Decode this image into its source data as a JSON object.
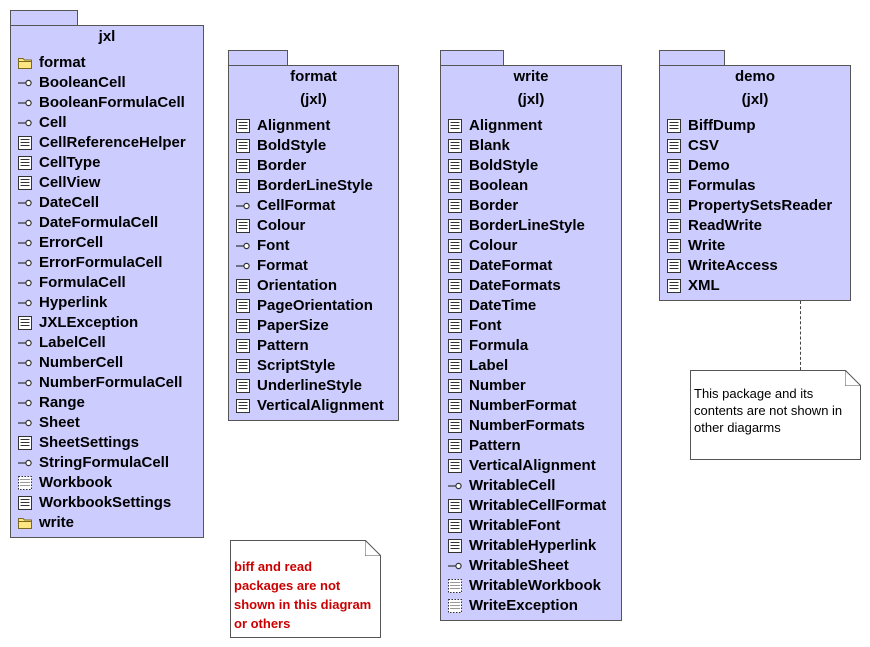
{
  "packages": {
    "jxl": {
      "title": "jxl",
      "items": [
        {
          "icon": "folder-icon",
          "label": "format"
        },
        {
          "icon": "interface-icon",
          "label": "BooleanCell"
        },
        {
          "icon": "interface-icon",
          "label": "BooleanFormulaCell"
        },
        {
          "icon": "interface-icon",
          "label": "Cell"
        },
        {
          "icon": "class-icon",
          "label": "CellReferenceHelper"
        },
        {
          "icon": "class-icon",
          "label": "CellType"
        },
        {
          "icon": "class-icon",
          "label": "CellView"
        },
        {
          "icon": "interface-icon",
          "label": "DateCell"
        },
        {
          "icon": "interface-icon",
          "label": "DateFormulaCell"
        },
        {
          "icon": "interface-icon",
          "label": "ErrorCell"
        },
        {
          "icon": "interface-icon",
          "label": "ErrorFormulaCell"
        },
        {
          "icon": "interface-icon",
          "label": "FormulaCell"
        },
        {
          "icon": "interface-icon",
          "label": "Hyperlink"
        },
        {
          "icon": "class-icon",
          "label": "JXLException"
        },
        {
          "icon": "interface-icon",
          "label": "LabelCell"
        },
        {
          "icon": "interface-icon",
          "label": "NumberCell"
        },
        {
          "icon": "interface-icon",
          "label": "NumberFormulaCell"
        },
        {
          "icon": "interface-icon",
          "label": "Range"
        },
        {
          "icon": "interface-icon",
          "label": "Sheet"
        },
        {
          "icon": "class-icon",
          "label": "SheetSettings"
        },
        {
          "icon": "interface-icon",
          "label": "StringFormulaCell"
        },
        {
          "icon": "abstract-class-icon",
          "label": "Workbook"
        },
        {
          "icon": "class-icon",
          "label": "WorkbookSettings"
        },
        {
          "icon": "folder-icon",
          "label": "write"
        }
      ]
    },
    "format": {
      "title": "format",
      "subtitle": "(jxl)",
      "items": [
        {
          "icon": "class-icon",
          "label": "Alignment"
        },
        {
          "icon": "class-icon",
          "label": "BoldStyle"
        },
        {
          "icon": "class-icon",
          "label": "Border"
        },
        {
          "icon": "class-icon",
          "label": "BorderLineStyle"
        },
        {
          "icon": "interface-icon",
          "label": "CellFormat"
        },
        {
          "icon": "class-icon",
          "label": "Colour"
        },
        {
          "icon": "interface-icon",
          "label": "Font"
        },
        {
          "icon": "interface-icon",
          "label": "Format"
        },
        {
          "icon": "class-icon",
          "label": "Orientation"
        },
        {
          "icon": "class-icon",
          "label": "PageOrientation"
        },
        {
          "icon": "class-icon",
          "label": "PaperSize"
        },
        {
          "icon": "class-icon",
          "label": "Pattern"
        },
        {
          "icon": "class-icon",
          "label": "ScriptStyle"
        },
        {
          "icon": "class-icon",
          "label": "UnderlineStyle"
        },
        {
          "icon": "class-icon",
          "label": "VerticalAlignment"
        }
      ]
    },
    "write": {
      "title": "write",
      "subtitle": "(jxl)",
      "items": [
        {
          "icon": "class-icon",
          "label": "Alignment"
        },
        {
          "icon": "class-icon",
          "label": "Blank"
        },
        {
          "icon": "class-icon",
          "label": "BoldStyle"
        },
        {
          "icon": "class-icon",
          "label": "Boolean"
        },
        {
          "icon": "class-icon",
          "label": "Border"
        },
        {
          "icon": "class-icon",
          "label": "BorderLineStyle"
        },
        {
          "icon": "class-icon",
          "label": "Colour"
        },
        {
          "icon": "class-icon",
          "label": "DateFormat"
        },
        {
          "icon": "class-icon",
          "label": "DateFormats"
        },
        {
          "icon": "class-icon",
          "label": "DateTime"
        },
        {
          "icon": "class-icon",
          "label": "Font"
        },
        {
          "icon": "class-icon",
          "label": "Formula"
        },
        {
          "icon": "class-icon",
          "label": "Label"
        },
        {
          "icon": "class-icon",
          "label": "Number"
        },
        {
          "icon": "class-icon",
          "label": "NumberFormat"
        },
        {
          "icon": "class-icon",
          "label": "NumberFormats"
        },
        {
          "icon": "class-icon",
          "label": "Pattern"
        },
        {
          "icon": "class-icon",
          "label": "VerticalAlignment"
        },
        {
          "icon": "interface-icon",
          "label": "WritableCell"
        },
        {
          "icon": "class-icon",
          "label": "WritableCellFormat"
        },
        {
          "icon": "class-icon",
          "label": "WritableFont"
        },
        {
          "icon": "class-icon",
          "label": "WritableHyperlink"
        },
        {
          "icon": "interface-icon",
          "label": "WritableSheet"
        },
        {
          "icon": "abstract-class-icon",
          "label": "WritableWorkbook"
        },
        {
          "icon": "abstract-class-icon",
          "label": "WriteException"
        }
      ]
    },
    "demo": {
      "title": "demo",
      "subtitle": "(jxl)",
      "items": [
        {
          "icon": "class-icon",
          "label": "BiffDump"
        },
        {
          "icon": "class-icon",
          "label": "CSV"
        },
        {
          "icon": "class-icon",
          "label": "Demo"
        },
        {
          "icon": "class-icon",
          "label": "Formulas"
        },
        {
          "icon": "class-icon",
          "label": "PropertySetsReader"
        },
        {
          "icon": "class-icon",
          "label": "ReadWrite"
        },
        {
          "icon": "class-icon",
          "label": "Write"
        },
        {
          "icon": "class-icon",
          "label": "WriteAccess"
        },
        {
          "icon": "class-icon",
          "label": "XML"
        }
      ]
    }
  },
  "notes": {
    "demo_note": "This package and its contents are not shown in other diagarms",
    "biff_note": "biff and read packages are not shown in this diagram or others"
  },
  "colors": {
    "package_fill": "#ccccff",
    "note_red_text": "#cc0000"
  }
}
